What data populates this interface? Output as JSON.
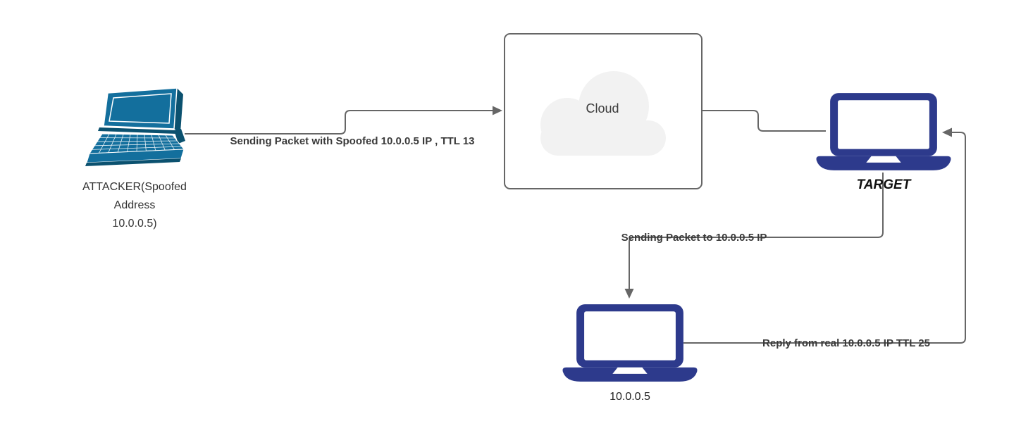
{
  "page": {
    "background": "#ffffff"
  },
  "colors": {
    "connector": "#666666",
    "edge_label_text": "#3a3a3a",
    "node_label_text": "#333333",
    "navy_laptop": "#2d3a8c",
    "teal_laptop_main": "#136f9d",
    "teal_laptop_dark": "#0b516f",
    "cloud_fill": "#f2f2f2",
    "cloud_box_border": "#666666",
    "laptop_screen_fill": "#ffffff"
  },
  "nodes": {
    "attacker": {
      "label": "ATTACKER(Spoofed\nAddress\n10.0.0.5)",
      "icon": "laptop-3d-icon"
    },
    "cloud": {
      "label": "Cloud",
      "icon": "cloud-icon"
    },
    "target": {
      "label": "TARGET",
      "icon": "laptop-icon"
    },
    "real_host": {
      "label": "10.0.0.5",
      "icon": "laptop-icon"
    }
  },
  "edges": {
    "attacker_to_cloud": {
      "label": "Sending Packet with Spoofed 10.0.0.5 IP , TTL 13"
    },
    "cloud_to_target": {
      "label": ""
    },
    "target_to_real_host": {
      "label": "Sending Packet to 10.0.0.5 IP"
    },
    "real_host_to_target": {
      "label": "Reply from real 10.0.0.5 IP TTL 25"
    }
  }
}
